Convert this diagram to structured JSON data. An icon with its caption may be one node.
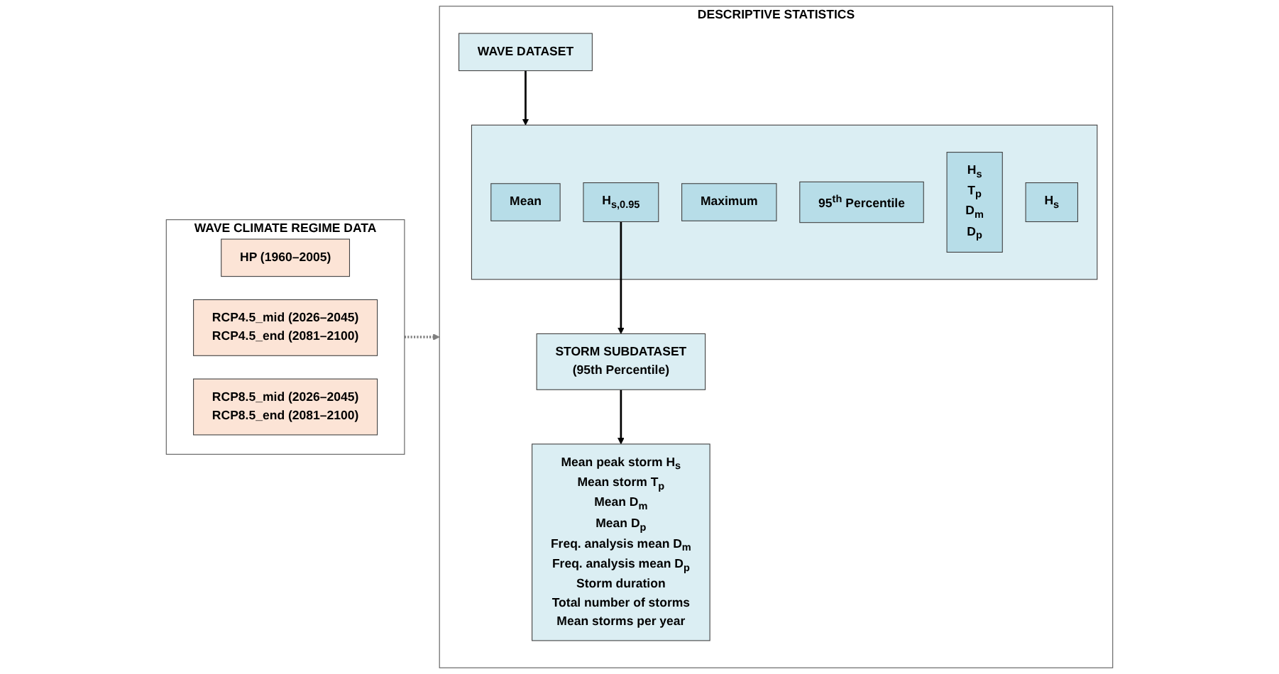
{
  "diagram": {
    "nodes": [
      {
        "text": [
          "WAVE CLIMATE REGIME DATA"
        ]
      },
      {
        "text": [
          "HP (1960–2005)"
        ],
        "in": 0
      },
      {
        "text": [
          "RCP4.5_mid (2026–2045)",
          "RCP4.5_end (2081–2100)"
        ],
        "in": 0
      },
      {
        "text": [
          "RCP8.5_mid (2026–2045)",
          "RCP8.5_end (2081–2100)"
        ],
        "in": 0
      },
      {
        "text": [
          "DESCRIPTIVE STATISTICS"
        ]
      },
      {
        "text": [
          "WAVE DATASET"
        ],
        "in": 4
      },
      {
        "text": [],
        "shape": "box",
        "in": 4
      },
      {
        "text": [
          "Mean"
        ],
        "in": 6
      },
      {
        "text": [
          "Maximum"
        ],
        "in": 6
      },
      {
        "text": [
          "95$^{th}$ Percentile"
        ],
        "in": 6
      },
      {
        "text": [
          "H$_{s}$",
          "T$_{p}$",
          "D$_{m}$",
          "D$_{p}$"
        ],
        "in": 6
      },
      {
        "text": [
          "H$_{s}$"
        ],
        "in": 6
      },
      {
        "text": [
          "H$_{s,0.95}$"
        ],
        "in": 6
      },
      {
        "text": [
          "STORM SUBDATASET",
          "(95th Percentile)"
        ],
        "in": 4
      },
      {
        "text": [
          "Mean peak storm H$_{s}$",
          "Mean storm T$_{p}$",
          "Mean D$_{m}$",
          "Mean D$_{p}$",
          "Freq. analysis mean D$_{m}$",
          "Freq. analysis mean D$_{p}$",
          "Storm duration",
          "Total number of storms",
          "Mean storms per year"
        ],
        "in": 4
      }
    ],
    "edges": [
      {
        "from": 0,
        "to": 4,
        "arrow": "to",
        "style": "dashed",
        "color": "#7f7f7f"
      },
      {
        "from": 5,
        "to": 6,
        "arrow": "to"
      },
      {
        "from": 12,
        "to": 13,
        "arrow": "to"
      },
      {
        "from": 13,
        "to": 14,
        "arrow": "to"
      }
    ]
  }
}
